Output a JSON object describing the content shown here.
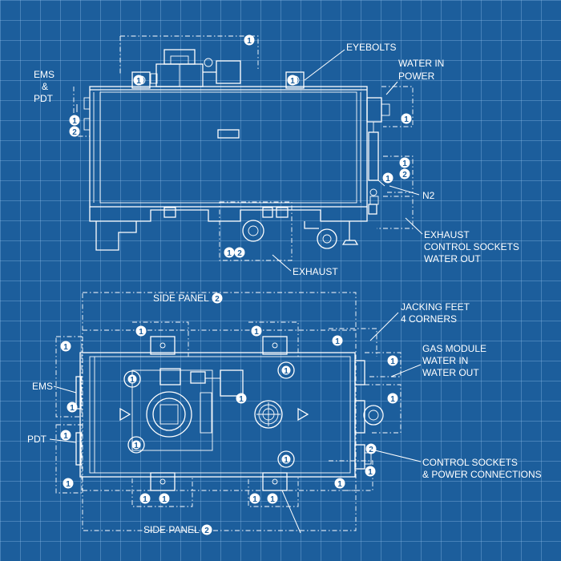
{
  "labels": {
    "eyebolts": "EYEBOLTS",
    "water_in_power_1": "WATER IN",
    "water_in_power_2": "POWER",
    "ems_pdt_1": "EMS",
    "ems_pdt_2": "&",
    "ems_pdt_3": "PDT",
    "n2": "N2",
    "exhaust_ctrl_1": "EXHAUST",
    "exhaust_ctrl_2": "CONTROL SOCKETS",
    "exhaust_ctrl_3": "WATER OUT",
    "exhaust": "EXHAUST",
    "side_panel_top": "SIDE PANEL",
    "jacking_1": "JACKING FEET",
    "jacking_2": "4 CORNERS",
    "gas_1": "GAS MODULE",
    "gas_2": "WATER IN",
    "gas_3": "WATER OUT",
    "ems": "EMS",
    "pdt": "PDT",
    "control_1": "CONTROL SOCKETS",
    "control_2": "& POWER CONNECTIONS",
    "side_panel_bottom": "SIDE PANEL"
  },
  "badges": {
    "one": "1",
    "two": "2"
  },
  "colors": {
    "background": "#1c5e9c",
    "grid": "#96c3eb",
    "line": "#ffffff"
  }
}
